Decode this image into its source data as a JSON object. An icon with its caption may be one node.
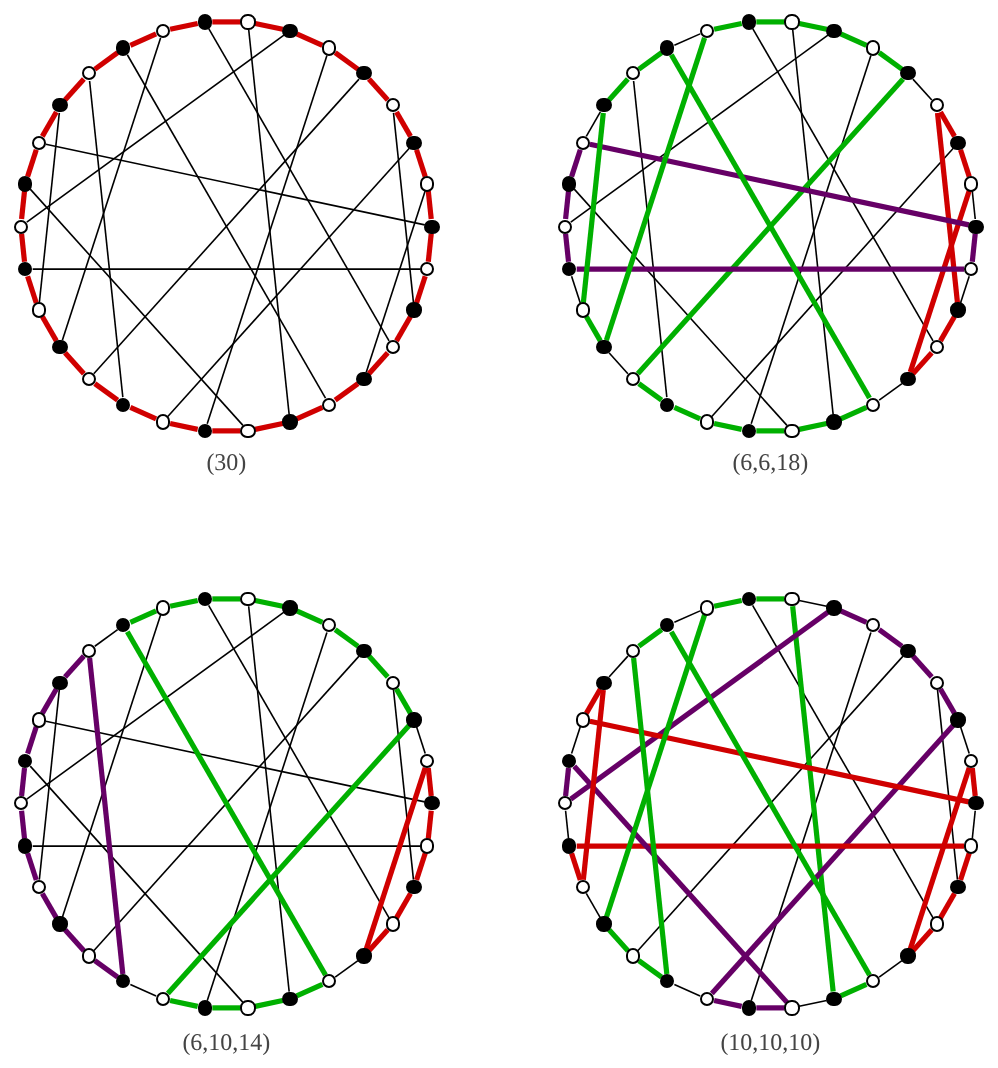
{
  "diagram": {
    "nodes": [
      {
        "text": [],
        "shape": "circle"
      },
      {
        "text": [],
        "shape": "circle"
      },
      {
        "text": [],
        "shape": "circle"
      },
      {
        "text": [],
        "shape": "circle"
      },
      {
        "text": [],
        "shape": "circle"
      },
      {
        "text": [],
        "shape": "circle"
      },
      {
        "text": [],
        "shape": "circle"
      },
      {
        "text": [],
        "shape": "circle"
      },
      {
        "text": [],
        "shape": "circle"
      },
      {
        "text": [],
        "shape": "circle"
      },
      {
        "text": [],
        "shape": "circle"
      },
      {
        "text": [],
        "shape": "circle"
      },
      {
        "text": [],
        "shape": "circle"
      },
      {
        "text": [],
        "shape": "circle"
      },
      {
        "text": [],
        "shape": "circle"
      },
      {
        "text": [],
        "shape": "circle"
      },
      {
        "text": [],
        "shape": "circle"
      },
      {
        "text": [],
        "shape": "circle"
      },
      {
        "text": [],
        "shape": "circle"
      },
      {
        "text": [],
        "shape": "circle"
      },
      {
        "text": [],
        "shape": "circle"
      },
      {
        "text": [],
        "shape": "circle"
      },
      {
        "text": [],
        "shape": "circle"
      },
      {
        "text": [],
        "shape": "circle"
      },
      {
        "text": [],
        "shape": "circle"
      },
      {
        "text": [],
        "shape": "circle"
      },
      {
        "text": [],
        "shape": "circle"
      },
      {
        "text": [],
        "shape": "circle"
      },
      {
        "text": [],
        "shape": "circle"
      },
      {
        "text": [],
        "shape": "circle"
      },
      {
        "text": [],
        "shape": "circle"
      },
      {
        "text": [],
        "shape": "circle"
      },
      {
        "text": [],
        "shape": "circle"
      },
      {
        "text": [],
        "shape": "circle"
      },
      {
        "text": [],
        "shape": "circle"
      },
      {
        "text": [],
        "shape": "circle"
      },
      {
        "text": [],
        "shape": "circle"
      },
      {
        "text": [],
        "shape": "circle"
      },
      {
        "text": [],
        "shape": "circle"
      },
      {
        "text": [],
        "shape": "circle"
      },
      {
        "text": [],
        "shape": "circle"
      },
      {
        "text": [],
        "shape": "circle"
      },
      {
        "text": [],
        "shape": "circle"
      },
      {
        "text": [],
        "shape": "circle"
      },
      {
        "text": [],
        "shape": "circle"
      },
      {
        "text": [],
        "shape": "circle"
      },
      {
        "text": [],
        "shape": "circle"
      },
      {
        "text": [],
        "shape": "circle"
      },
      {
        "text": [],
        "shape": "circle"
      },
      {
        "text": [],
        "shape": "circle"
      },
      {
        "text": [],
        "shape": "circle"
      },
      {
        "text": [],
        "shape": "circle"
      },
      {
        "text": [],
        "shape": "circle"
      },
      {
        "text": [],
        "shape": "circle"
      },
      {
        "text": [],
        "shape": "circle"
      },
      {
        "text": [],
        "shape": "circle"
      },
      {
        "text": [],
        "shape": "circle"
      },
      {
        "text": [],
        "shape": "circle"
      },
      {
        "text": [],
        "shape": "circle"
      },
      {
        "text": [],
        "shape": "circle"
      },
      {
        "text": [],
        "shape": "circle"
      },
      {
        "text": [],
        "shape": "circle"
      },
      {
        "text": [],
        "shape": "circle"
      },
      {
        "text": [],
        "shape": "circle"
      },
      {
        "text": [],
        "shape": "circle"
      },
      {
        "text": [],
        "shape": "circle"
      },
      {
        "text": [],
        "shape": "circle"
      },
      {
        "text": [],
        "shape": "circle"
      },
      {
        "text": [],
        "shape": "circle"
      },
      {
        "text": [],
        "shape": "circle"
      },
      {
        "text": [],
        "shape": "circle"
      },
      {
        "text": [],
        "shape": "circle"
      },
      {
        "text": [],
        "shape": "circle"
      },
      {
        "text": [],
        "shape": "circle"
      },
      {
        "text": [],
        "shape": "circle"
      },
      {
        "text": [],
        "shape": "circle"
      },
      {
        "text": [],
        "shape": "circle"
      },
      {
        "text": [],
        "shape": "circle"
      },
      {
        "text": [],
        "shape": "circle"
      },
      {
        "text": [],
        "shape": "circle"
      },
      {
        "text": [],
        "shape": "circle"
      },
      {
        "text": [],
        "shape": "circle"
      },
      {
        "text": [],
        "shape": "circle"
      },
      {
        "text": [],
        "shape": "circle"
      },
      {
        "text": [],
        "shape": "circle"
      },
      {
        "text": [],
        "shape": "circle"
      },
      {
        "text": [],
        "shape": "circle"
      },
      {
        "text": [],
        "shape": "circle"
      },
      {
        "text": [],
        "shape": "circle"
      },
      {
        "text": [],
        "shape": "circle"
      },
      {
        "text": [],
        "shape": "circle"
      },
      {
        "text": [],
        "shape": "circle"
      },
      {
        "text": [],
        "shape": "circle"
      },
      {
        "text": [],
        "shape": "circle"
      },
      {
        "text": [],
        "shape": "circle"
      },
      {
        "text": [],
        "shape": "circle"
      },
      {
        "text": [],
        "shape": "circle"
      },
      {
        "text": [],
        "shape": "circle"
      },
      {
        "text": [],
        "shape": "circle"
      },
      {
        "text": [],
        "shape": "circle"
      },
      {
        "text": [],
        "shape": "circle"
      },
      {
        "text": [],
        "shape": "circle"
      },
      {
        "text": [],
        "shape": "circle"
      },
      {
        "text": [],
        "shape": "circle"
      },
      {
        "text": [],
        "shape": "circle"
      },
      {
        "text": [],
        "shape": "circle"
      },
      {
        "text": [],
        "shape": "circle"
      },
      {
        "text": [],
        "shape": "circle"
      },
      {
        "text": [],
        "shape": "circle"
      },
      {
        "text": [],
        "shape": "circle"
      },
      {
        "text": [],
        "shape": "circle"
      },
      {
        "text": [],
        "shape": "circle"
      },
      {
        "text": [],
        "shape": "circle"
      },
      {
        "text": [],
        "shape": "circle"
      },
      {
        "text": [],
        "shape": "circle"
      },
      {
        "text": [],
        "shape": "circle"
      },
      {
        "text": [],
        "shape": "circle"
      },
      {
        "text": [],
        "shape": "circle"
      },
      {
        "text": [],
        "shape": "circle"
      },
      {
        "text": [],
        "shape": "circle"
      }
    ],
    "edges": [
      {
        "from": 0,
        "to": 1,
        "arrow": "none",
        "color": "#d00000"
      },
      {
        "from": 1,
        "to": 2,
        "arrow": "none",
        "color": "#d00000"
      },
      {
        "from": 2,
        "to": 3,
        "arrow": "none",
        "color": "#d00000"
      },
      {
        "from": 3,
        "to": 4,
        "arrow": "none",
        "color": "#d00000"
      },
      {
        "from": 4,
        "to": 5,
        "arrow": "none",
        "color": "#d00000"
      },
      {
        "from": 5,
        "to": 6,
        "arrow": "none",
        "color": "#d00000"
      },
      {
        "from": 6,
        "to": 7,
        "arrow": "none",
        "color": "#d00000"
      },
      {
        "from": 7,
        "to": 8,
        "arrow": "none",
        "color": "#d00000"
      },
      {
        "from": 8,
        "to": 9,
        "arrow": "none",
        "color": "#d00000"
      },
      {
        "from": 9,
        "to": 10,
        "arrow": "none",
        "color": "#d00000"
      },
      {
        "from": 10,
        "to": 11,
        "arrow": "none",
        "color": "#d00000"
      },
      {
        "from": 11,
        "to": 12,
        "arrow": "none",
        "color": "#d00000"
      },
      {
        "from": 12,
        "to": 13,
        "arrow": "none",
        "color": "#d00000"
      },
      {
        "from": 13,
        "to": 14,
        "arrow": "none",
        "color": "#d00000"
      },
      {
        "from": 14,
        "to": 15,
        "arrow": "none",
        "color": "#d00000"
      },
      {
        "from": 15,
        "to": 16,
        "arrow": "none",
        "color": "#d00000"
      },
      {
        "from": 16,
        "to": 17,
        "arrow": "none",
        "color": "#d00000"
      },
      {
        "from": 17,
        "to": 18,
        "arrow": "none",
        "color": "#d00000"
      },
      {
        "from": 18,
        "to": 19,
        "arrow": "none",
        "color": "#d00000"
      },
      {
        "from": 19,
        "to": 20,
        "arrow": "none",
        "color": "#d00000"
      },
      {
        "from": 20,
        "to": 21,
        "arrow": "none",
        "color": "#d00000"
      },
      {
        "from": 21,
        "to": 22,
        "arrow": "none",
        "color": "#d00000"
      },
      {
        "from": 22,
        "to": 23,
        "arrow": "none",
        "color": "#d00000"
      },
      {
        "from": 23,
        "to": 24,
        "arrow": "none",
        "color": "#d00000"
      },
      {
        "from": 24,
        "to": 25,
        "arrow": "none",
        "color": "#d00000"
      },
      {
        "from": 25,
        "to": 26,
        "arrow": "none",
        "color": "#d00000"
      },
      {
        "from": 26,
        "to": 27,
        "arrow": "none",
        "color": "#d00000"
      },
      {
        "from": 27,
        "to": 28,
        "arrow": "none",
        "color": "#d00000"
      },
      {
        "from": 28,
        "to": 29,
        "arrow": "none",
        "color": "#d00000"
      },
      {
        "from": 29,
        "to": 0,
        "arrow": "none",
        "color": "#d00000"
      },
      {
        "from": 0,
        "to": 11,
        "arrow": "none"
      },
      {
        "from": 1,
        "to": 14,
        "arrow": "none"
      },
      {
        "from": 2,
        "to": 23,
        "arrow": "none"
      },
      {
        "from": 3,
        "to": 16,
        "arrow": "none"
      },
      {
        "from": 4,
        "to": 19,
        "arrow": "none"
      },
      {
        "from": 5,
        "to": 10,
        "arrow": "none"
      },
      {
        "from": 6,
        "to": 17,
        "arrow": "none"
      },
      {
        "from": 7,
        "to": 12,
        "arrow": "none"
      },
      {
        "from": 8,
        "to": 25,
        "arrow": "none"
      },
      {
        "from": 9,
        "to": 22,
        "arrow": "none"
      },
      {
        "from": 13,
        "to": 28,
        "arrow": "none"
      },
      {
        "from": 15,
        "to": 24,
        "arrow": "none"
      },
      {
        "from": 18,
        "to": 27,
        "arrow": "none"
      },
      {
        "from": 20,
        "to": 29,
        "arrow": "none"
      },
      {
        "from": 21,
        "to": 26,
        "arrow": "none"
      },
      {
        "from": 30,
        "to": 31,
        "arrow": "none",
        "color": "#00b000"
      },
      {
        "from": 31,
        "to": 32,
        "arrow": "none",
        "color": "#00b000"
      },
      {
        "from": 32,
        "to": 33,
        "arrow": "none",
        "color": "#00b000"
      },
      {
        "from": 33,
        "to": 34,
        "arrow": "none",
        "color": "#00b000"
      },
      {
        "from": 34,
        "to": 35,
        "arrow": "none"
      },
      {
        "from": 35,
        "to": 36,
        "arrow": "none",
        "color": "#d00000"
      },
      {
        "from": 36,
        "to": 37,
        "arrow": "none",
        "color": "#d00000"
      },
      {
        "from": 37,
        "to": 38,
        "arrow": "none"
      },
      {
        "from": 38,
        "to": 39,
        "arrow": "none",
        "color": "#660066"
      },
      {
        "from": 39,
        "to": 40,
        "arrow": "none"
      },
      {
        "from": 40,
        "to": 41,
        "arrow": "none",
        "color": "#d00000"
      },
      {
        "from": 41,
        "to": 42,
        "arrow": "none",
        "color": "#d00000"
      },
      {
        "from": 42,
        "to": 43,
        "arrow": "none"
      },
      {
        "from": 43,
        "to": 44,
        "arrow": "none",
        "color": "#00b000"
      },
      {
        "from": 44,
        "to": 45,
        "arrow": "none",
        "color": "#00b000"
      },
      {
        "from": 45,
        "to": 46,
        "arrow": "none",
        "color": "#00b000"
      },
      {
        "from": 46,
        "to": 47,
        "arrow": "none",
        "color": "#00b000"
      },
      {
        "from": 47,
        "to": 48,
        "arrow": "none",
        "color": "#00b000"
      },
      {
        "from": 48,
        "to": 49,
        "arrow": "none",
        "color": "#00b000"
      },
      {
        "from": 49,
        "to": 50,
        "arrow": "none"
      },
      {
        "from": 50,
        "to": 51,
        "arrow": "none",
        "color": "#00b000"
      },
      {
        "from": 51,
        "to": 52,
        "arrow": "none"
      },
      {
        "from": 52,
        "to": 53,
        "arrow": "none",
        "color": "#660066"
      },
      {
        "from": 53,
        "to": 54,
        "arrow": "none",
        "color": "#660066"
      },
      {
        "from": 54,
        "to": 55,
        "arrow": "none",
        "color": "#660066"
      },
      {
        "from": 55,
        "to": 56,
        "arrow": "none"
      },
      {
        "from": 56,
        "to": 57,
        "arrow": "none",
        "color": "#00b000"
      },
      {
        "from": 57,
        "to": 58,
        "arrow": "none",
        "color": "#00b000"
      },
      {
        "from": 58,
        "to": 59,
        "arrow": "none"
      },
      {
        "from": 59,
        "to": 30,
        "arrow": "none",
        "color": "#00b000"
      },
      {
        "from": 30,
        "to": 41,
        "arrow": "none"
      },
      {
        "from": 31,
        "to": 44,
        "arrow": "none"
      },
      {
        "from": 32,
        "to": 53,
        "arrow": "none"
      },
      {
        "from": 33,
        "to": 46,
        "arrow": "none"
      },
      {
        "from": 34,
        "to": 49,
        "arrow": "none",
        "color": "#00b000"
      },
      {
        "from": 35,
        "to": 40,
        "arrow": "none",
        "color": "#d00000"
      },
      {
        "from": 36,
        "to": 47,
        "arrow": "none"
      },
      {
        "from": 37,
        "to": 42,
        "arrow": "none",
        "color": "#d00000"
      },
      {
        "from": 38,
        "to": 55,
        "arrow": "none",
        "color": "#660066"
      },
      {
        "from": 39,
        "to": 52,
        "arrow": "none",
        "color": "#660066"
      },
      {
        "from": 43,
        "to": 58,
        "arrow": "none",
        "color": "#00b000"
      },
      {
        "from": 45,
        "to": 54,
        "arrow": "none"
      },
      {
        "from": 48,
        "to": 57,
        "arrow": "none"
      },
      {
        "from": 50,
        "to": 59,
        "arrow": "none",
        "color": "#00b000"
      },
      {
        "from": 51,
        "to": 56,
        "arrow": "none",
        "color": "#00b000"
      },
      {
        "from": 60,
        "to": 61,
        "arrow": "none",
        "color": "#00b000"
      },
      {
        "from": 61,
        "to": 62,
        "arrow": "none",
        "color": "#00b000"
      },
      {
        "from": 62,
        "to": 63,
        "arrow": "none",
        "color": "#00b000"
      },
      {
        "from": 63,
        "to": 64,
        "arrow": "none",
        "color": "#00b000"
      },
      {
        "from": 64,
        "to": 65,
        "arrow": "none",
        "color": "#00b000"
      },
      {
        "from": 65,
        "to": 66,
        "arrow": "none",
        "color": "#00b000"
      },
      {
        "from": 66,
        "to": 67,
        "arrow": "none"
      },
      {
        "from": 67,
        "to": 68,
        "arrow": "none",
        "color": "#d00000"
      },
      {
        "from": 68,
        "to": 69,
        "arrow": "none",
        "color": "#d00000"
      },
      {
        "from": 69,
        "to": 70,
        "arrow": "none",
        "color": "#d00000"
      },
      {
        "from": 70,
        "to": 71,
        "arrow": "none",
        "color": "#d00000"
      },
      {
        "from": 71,
        "to": 72,
        "arrow": "none",
        "color": "#d00000"
      },
      {
        "from": 72,
        "to": 73,
        "arrow": "none"
      },
      {
        "from": 73,
        "to": 74,
        "arrow": "none",
        "color": "#00b000"
      },
      {
        "from": 74,
        "to": 75,
        "arrow": "none",
        "color": "#00b000"
      },
      {
        "from": 75,
        "to": 76,
        "arrow": "none",
        "color": "#00b000"
      },
      {
        "from": 76,
        "to": 77,
        "arrow": "none",
        "color": "#00b000"
      },
      {
        "from": 77,
        "to": 78,
        "arrow": "none"
      },
      {
        "from": 78,
        "to": 79,
        "arrow": "none",
        "color": "#660066"
      },
      {
        "from": 79,
        "to": 80,
        "arrow": "none",
        "color": "#660066"
      },
      {
        "from": 80,
        "to": 81,
        "arrow": "none",
        "color": "#660066"
      },
      {
        "from": 81,
        "to": 82,
        "arrow": "none",
        "color": "#660066"
      },
      {
        "from": 82,
        "to": 83,
        "arrow": "none",
        "color": "#660066"
      },
      {
        "from": 83,
        "to": 84,
        "arrow": "none",
        "color": "#660066"
      },
      {
        "from": 84,
        "to": 85,
        "arrow": "none",
        "color": "#660066"
      },
      {
        "from": 85,
        "to": 86,
        "arrow": "none",
        "color": "#660066"
      },
      {
        "from": 86,
        "to": 87,
        "arrow": "none",
        "color": "#660066"
      },
      {
        "from": 87,
        "to": 88,
        "arrow": "none"
      },
      {
        "from": 88,
        "to": 89,
        "arrow": "none",
        "color": "#00b000"
      },
      {
        "from": 89,
        "to": 60,
        "arrow": "none",
        "color": "#00b000"
      },
      {
        "from": 60,
        "to": 71,
        "arrow": "none"
      },
      {
        "from": 61,
        "to": 74,
        "arrow": "none"
      },
      {
        "from": 62,
        "to": 83,
        "arrow": "none"
      },
      {
        "from": 63,
        "to": 76,
        "arrow": "none"
      },
      {
        "from": 64,
        "to": 79,
        "arrow": "none"
      },
      {
        "from": 65,
        "to": 70,
        "arrow": "none"
      },
      {
        "from": 66,
        "to": 77,
        "arrow": "none",
        "color": "#00b000"
      },
      {
        "from": 67,
        "to": 72,
        "arrow": "none",
        "color": "#d00000"
      },
      {
        "from": 68,
        "to": 85,
        "arrow": "none"
      },
      {
        "from": 69,
        "to": 82,
        "arrow": "none"
      },
      {
        "from": 73,
        "to": 88,
        "arrow": "none",
        "color": "#00b000"
      },
      {
        "from": 75,
        "to": 84,
        "arrow": "none"
      },
      {
        "from": 78,
        "to": 87,
        "arrow": "none",
        "color": "#660066"
      },
      {
        "from": 80,
        "to": 89,
        "arrow": "none"
      },
      {
        "from": 81,
        "to": 86,
        "arrow": "none"
      },
      {
        "from": 90,
        "to": 91,
        "arrow": "none",
        "color": "#00b000"
      },
      {
        "from": 91,
        "to": 92,
        "arrow": "none"
      },
      {
        "from": 92,
        "to": 93,
        "arrow": "none",
        "color": "#660066"
      },
      {
        "from": 93,
        "to": 94,
        "arrow": "none",
        "color": "#660066"
      },
      {
        "from": 94,
        "to": 95,
        "arrow": "none",
        "color": "#660066"
      },
      {
        "from": 95,
        "to": 96,
        "arrow": "none",
        "color": "#660066"
      },
      {
        "from": 96,
        "to": 97,
        "arrow": "none"
      },
      {
        "from": 97,
        "to": 98,
        "arrow": "none",
        "color": "#d00000"
      },
      {
        "from": 98,
        "to": 99,
        "arrow": "none"
      },
      {
        "from": 99,
        "to": 100,
        "arrow": "none",
        "color": "#d00000"
      },
      {
        "from": 100,
        "to": 101,
        "arrow": "none",
        "color": "#d00000"
      },
      {
        "from": 101,
        "to": 102,
        "arrow": "none",
        "color": "#d00000"
      },
      {
        "from": 102,
        "to": 103,
        "arrow": "none"
      },
      {
        "from": 103,
        "to": 104,
        "arrow": "none",
        "color": "#00b000"
      },
      {
        "from": 104,
        "to": 105,
        "arrow": "none"
      },
      {
        "from": 105,
        "to": 106,
        "arrow": "none",
        "color": "#660066"
      },
      {
        "from": 106,
        "to": 107,
        "arrow": "none",
        "color": "#660066"
      },
      {
        "from": 107,
        "to": 108,
        "arrow": "none"
      },
      {
        "from": 108,
        "to": 109,
        "arrow": "none",
        "color": "#00b000"
      },
      {
        "from": 109,
        "to": 110,
        "arrow": "none",
        "color": "#00b000"
      },
      {
        "from": 110,
        "to": 111,
        "arrow": "none"
      },
      {
        "from": 111,
        "to": 112,
        "arrow": "none",
        "color": "#d00000"
      },
      {
        "from": 112,
        "to": 113,
        "arrow": "none"
      },
      {
        "from": 113,
        "to": 114,
        "arrow": "none",
        "color": "#660066"
      },
      {
        "from": 114,
        "to": 115,
        "arrow": "none"
      },
      {
        "from": 115,
        "to": 116,
        "arrow": "none",
        "color": "#d00000"
      },
      {
        "from": 116,
        "to": 117,
        "arrow": "none"
      },
      {
        "from": 117,
        "to": 118,
        "arrow": "none",
        "color": "#00b000"
      },
      {
        "from": 118,
        "to": 119,
        "arrow": "none"
      },
      {
        "from": 119,
        "to": 90,
        "arrow": "none",
        "color": "#00b000"
      },
      {
        "from": 90,
        "to": 101,
        "arrow": "none"
      },
      {
        "from": 91,
        "to": 104,
        "arrow": "none",
        "color": "#00b000"
      },
      {
        "from": 92,
        "to": 113,
        "arrow": "none",
        "color": "#660066"
      },
      {
        "from": 93,
        "to": 106,
        "arrow": "none"
      },
      {
        "from": 94,
        "to": 109,
        "arrow": "none"
      },
      {
        "from": 95,
        "to": 100,
        "arrow": "none"
      },
      {
        "from": 96,
        "to": 107,
        "arrow": "none",
        "color": "#660066"
      },
      {
        "from": 97,
        "to": 102,
        "arrow": "none",
        "color": "#d00000"
      },
      {
        "from": 98,
        "to": 115,
        "arrow": "none",
        "color": "#d00000"
      },
      {
        "from": 99,
        "to": 112,
        "arrow": "none",
        "color": "#d00000"
      },
      {
        "from": 103,
        "to": 118,
        "arrow": "none",
        "color": "#00b000"
      },
      {
        "from": 105,
        "to": 114,
        "arrow": "none",
        "color": "#660066"
      },
      {
        "from": 108,
        "to": 117,
        "arrow": "none",
        "color": "#00b000"
      },
      {
        "from": 110,
        "to": 119,
        "arrow": "none",
        "color": "#00b000"
      },
      {
        "from": 111,
        "to": 116,
        "arrow": "none",
        "color": "#d00000"
      }
    ],
    "labels": [
      "(30)",
      "(6,6,18)",
      "(6,10,14)",
      "(10,10,10)"
    ]
  }
}
